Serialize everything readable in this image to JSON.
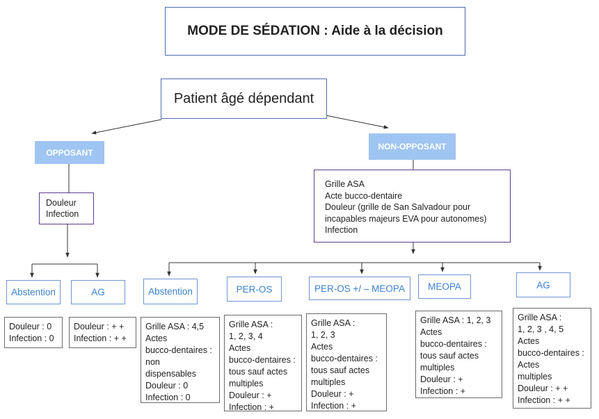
{
  "title": "MODE DE SÉDATION : Aide à la décision",
  "root": "Patient âgé dépendant",
  "branches": {
    "opposant": {
      "label": "OPPOSANT",
      "criteria": [
        "Douleur",
        "Infection"
      ],
      "options": [
        {
          "label": "Abstention",
          "details": [
            "Douleur  : 0",
            "Infection : 0"
          ]
        },
        {
          "label": "AG",
          "details": [
            "Douleur  : + +",
            "Infection : + +"
          ]
        }
      ]
    },
    "non_opposant": {
      "label": "NON-OPPOSANT",
      "criteria": [
        "Grille ASA",
        "Acte bucco-dentaire",
        "Douleur  (grille de San Salvadour pour",
        "incapables majeurs EVA pour autonomes)",
        "Infection"
      ],
      "options": [
        {
          "label": "Abstention",
          "details": [
            "Grille ASA  : 4,5",
            "Actes",
            "bucco-dentaires :",
            "non",
            "dispensables",
            "Douleur  : 0",
            "Infection : 0"
          ]
        },
        {
          "label": "PER-OS",
          "details": [
            "Grille ASA  :",
            "1, 2, 3, 4",
            "Actes",
            "bucco-dentaires :",
            "tous sauf actes",
            "multiples",
            "Douleur  : +",
            "Infection : +"
          ]
        },
        {
          "label": "PER-OS +/ – MEOPA",
          "details": [
            "Grille ASA  :",
            "1, 2, 3",
            "Actes",
            "bucco-dentaires :",
            "tous sauf actes",
            "multiples",
            "Douleur  : +",
            "Infection : +"
          ]
        },
        {
          "label": "MEOPA",
          "details": [
            "Grille ASA  : 1, 2, 3",
            "Actes",
            "bucco-dentaires :",
            "tous sauf actes",
            "multiples",
            "Douleur  : +",
            "Infection : +"
          ]
        },
        {
          "label": "AG",
          "details": [
            "Grille ASA  :",
            "1, 2, 3 , 4, 5",
            "Actes",
            "bucco-dentaires :",
            "Actes",
            "multiples",
            "Douleur  : + +",
            "Infection : + +"
          ]
        }
      ]
    }
  }
}
